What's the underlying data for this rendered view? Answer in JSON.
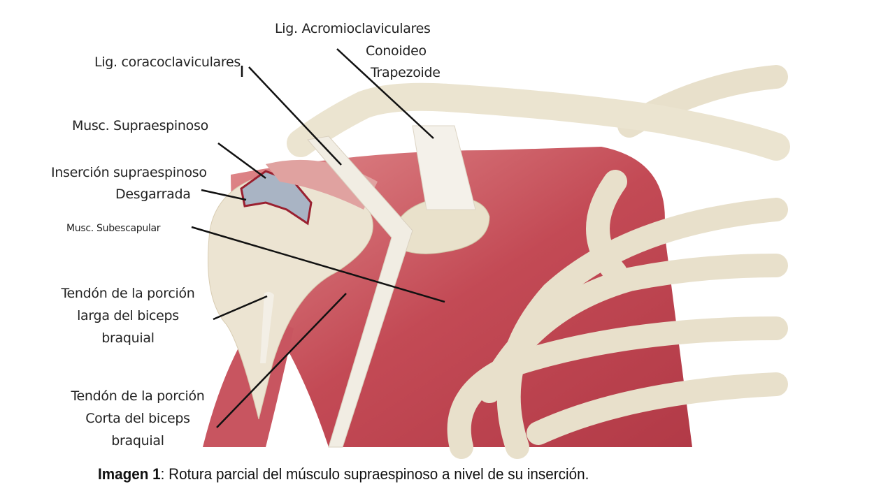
{
  "labels": {
    "acromio": "Lig. Acromioclaviculares",
    "conoideo": "Conoideo",
    "trapezoide": "Trapezoide",
    "coraco": "Lig. coracoclaviculares",
    "supra": "Musc. Supraespinoso",
    "insercion": "Inserción supraespinoso",
    "desgarrada": "Desgarrada",
    "subescapular": "Musc. Subescapular",
    "larga1": "Tendón de la porción",
    "larga2": "larga del biceps",
    "larga3": "braquial",
    "corta1": "Tendón de la porción",
    "corta2": "Corta del biceps",
    "corta3": "braquial"
  },
  "caption": {
    "prefix": "Imagen 1",
    "text": ": Rotura parcial del músculo supraespinoso a nivel de su inserción."
  },
  "colors": {
    "muscle": "#c9545c",
    "bone": "#eae3cf",
    "ligament": "#f3f0e8"
  }
}
